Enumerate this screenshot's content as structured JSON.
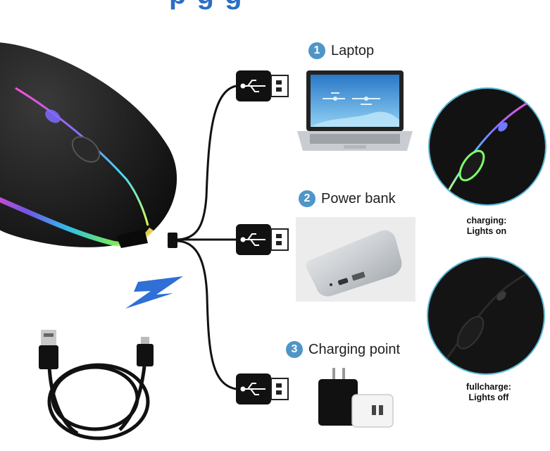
{
  "colors": {
    "accent_blue": "#2f6fd6",
    "step_circle": "#4f95c8",
    "lens_ring": "#5ab8d6",
    "mouse_body": "#151515",
    "cable": "#111111"
  },
  "top_title_fragment": "p    g g",
  "devices": [
    {
      "number": "1",
      "label": "Laptop",
      "icon": "laptop-icon"
    },
    {
      "number": "2",
      "label": "Power bank",
      "icon": "power-bank-icon"
    },
    {
      "number": "3",
      "label": "Charging point",
      "icon": "wall-charger-icon"
    }
  ],
  "status": [
    {
      "line1": "charging:",
      "line2": "Lights on",
      "state": "lights-on"
    },
    {
      "line1": "fullcharge:",
      "line2": "Lights off",
      "state": "lights-off"
    }
  ],
  "icons": {
    "usb": "usb-icon",
    "lightning": "lightning-icon",
    "cable": "usb-cable-icon",
    "mouse": "mouse-icon"
  }
}
